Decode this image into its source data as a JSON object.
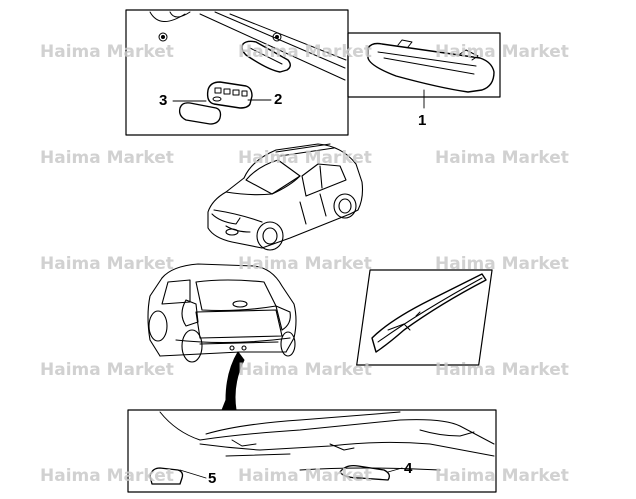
{
  "watermark": "Haima Market",
  "callouts": {
    "c1": "1",
    "c2": "2",
    "c3": "3",
    "c4": "4",
    "c5": "5"
  },
  "colors": {
    "line": "#000000",
    "watermark": "#c9c9c9",
    "background": "#ffffff"
  }
}
